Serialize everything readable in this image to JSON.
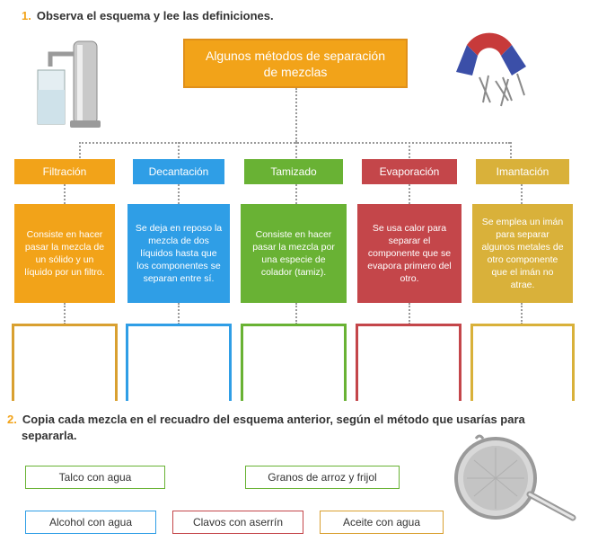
{
  "q1": {
    "number": "1.",
    "text": "Observa el esquema y lee las definiciones."
  },
  "main_title": {
    "line1": "Algunos métodos de separación",
    "line2": "de mezclas"
  },
  "methods": [
    {
      "title": "Filtración",
      "description": "Consiste en hacer pasar la mezcla de un sólido y un líquido por un filtro.",
      "color": "#f2a319"
    },
    {
      "title": "Decantación",
      "description": "Se deja en reposo la mezcla de dos líquidos hasta que los componentes se separan entre sí.",
      "color": "#2f9ee6"
    },
    {
      "title": "Tamizado",
      "description": "Consiste en hacer pasar la mezcla por una especie de colador (tamiz).",
      "color": "#69b234"
    },
    {
      "title": "Evaporación",
      "description": "Se usa calor para separar el componente que se evapora primero del otro.",
      "color": "#c4464a"
    },
    {
      "title": "Imantación",
      "description": "Se emplea un imán para separar algunos metales de otro componente que el imán no atrae.",
      "color": "#d9b13a"
    }
  ],
  "q2": {
    "number": "2.",
    "line1": "Copia cada mezcla en el recuadro del esquema anterior, según el método que usarías para",
    "line2": "separarla."
  },
  "mixtures": [
    {
      "label": "Talco con agua",
      "color": "#69b234"
    },
    {
      "label": "Granos de arroz y frijol",
      "color": "#69b234"
    },
    {
      "label": "Alcohol con agua",
      "color": "#2f9ee6"
    },
    {
      "label": "Clavos con aserrín",
      "color": "#c4464a"
    },
    {
      "label": "Aceite con agua",
      "color": "#d9a030"
    }
  ],
  "images": [
    "water-filter-image",
    "magnet-with-clips-image",
    "strainer-image"
  ]
}
